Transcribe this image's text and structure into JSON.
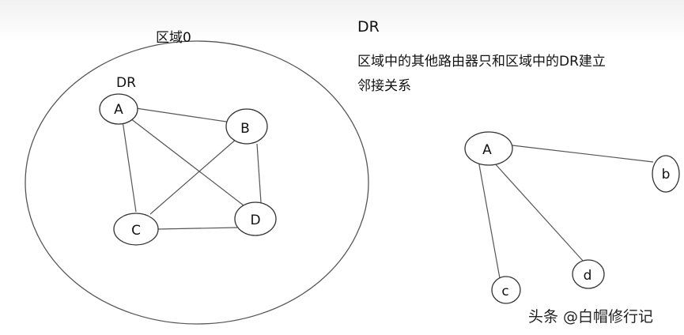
{
  "area_label": "区域0",
  "dr_label": "DR",
  "heading": "DR",
  "description": "区域中的其他路由器只和区域中的DR建立邻接关系",
  "watermark": "头条 @白帽修行记",
  "left_nodes": [
    "A",
    "B",
    "C",
    "D"
  ],
  "right_nodes": [
    "A",
    "b",
    "c",
    "d"
  ],
  "colors": {
    "line": "#555555",
    "node_stroke": "#333333",
    "text": "#111111"
  }
}
